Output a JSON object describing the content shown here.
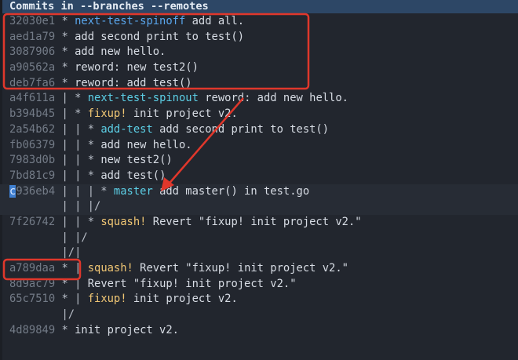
{
  "header": {
    "title": "Commits in --branches --remotes"
  },
  "rows": [
    {
      "hash": "32030e1",
      "graph": " * ",
      "ref": "next-test-spinoff",
      "prefix": "",
      "msg": " add all."
    },
    {
      "hash": "aed1a79",
      "graph": " * ",
      "ref": "",
      "prefix": "",
      "msg": "add second print to test()"
    },
    {
      "hash": "3087906",
      "graph": " * ",
      "ref": "",
      "prefix": "",
      "msg": "add new hello."
    },
    {
      "hash": "a90562a",
      "graph": " * ",
      "ref": "",
      "prefix": "",
      "msg": "reword: new test2()"
    },
    {
      "hash": "deb7fa6",
      "graph": " * ",
      "ref": "",
      "prefix": "",
      "msg": "reword: add test()"
    },
    {
      "hash": "a4f611a",
      "graph": " | * ",
      "ref": "next-test-spinout",
      "prefix": "",
      "msg": " reword: add new hello."
    },
    {
      "hash": "b394b45",
      "graph": " | * ",
      "ref": "",
      "prefix": "fixup!",
      "msg": " init project v2."
    },
    {
      "hash": "2a54b62",
      "graph": " | | * ",
      "ref": "add-test",
      "prefix": "",
      "msg": " add second print to test()"
    },
    {
      "hash": "fb06379",
      "graph": " | | * ",
      "ref": "",
      "prefix": "",
      "msg": "add new hello."
    },
    {
      "hash": "7983d0b",
      "graph": " | | * ",
      "ref": "",
      "prefix": "",
      "msg": "new test2()"
    },
    {
      "hash": "7bd81c9",
      "graph": " | | * ",
      "ref": "",
      "prefix": "",
      "msg": "add test()"
    },
    {
      "hash": "c936eb4",
      "graph": " | | | * ",
      "ref": "master",
      "prefix": "",
      "msg": " add master() in test.go"
    },
    {
      "hash": "",
      "graph": "        | | |/",
      "ref": "",
      "prefix": "",
      "msg": ""
    },
    {
      "hash": "7f26742",
      "graph": " | | * ",
      "ref": "",
      "prefix": "squash!",
      "msg": " Revert \"fixup! init project v2.\""
    },
    {
      "hash": "",
      "graph": "        | |/",
      "ref": "",
      "prefix": "",
      "msg": ""
    },
    {
      "hash": "",
      "graph": "        |/|",
      "ref": "",
      "prefix": "",
      "msg": ""
    },
    {
      "hash": "a789daa",
      "graph": " * | ",
      "ref": "",
      "prefix": "squash!",
      "msg": " Revert \"fixup! init project v2.\""
    },
    {
      "hash": "8d9ac79",
      "graph": " * | ",
      "ref": "",
      "prefix": "",
      "msg": "Revert \"fixup! init project v2.\""
    },
    {
      "hash": "65c7510",
      "graph": " * | ",
      "ref": "",
      "prefix": "fixup!",
      "msg": " init project v2."
    },
    {
      "hash": "",
      "graph": "        |/",
      "ref": "",
      "prefix": "",
      "msg": ""
    },
    {
      "hash": "4d89849",
      "graph": " * ",
      "ref": "",
      "prefix": "",
      "msg": "init project v2."
    }
  ],
  "colors": {
    "annotation": "#e0372b",
    "ref": "#5ccfe6",
    "prefix": "#f0c674",
    "header": "#2d4766"
  }
}
